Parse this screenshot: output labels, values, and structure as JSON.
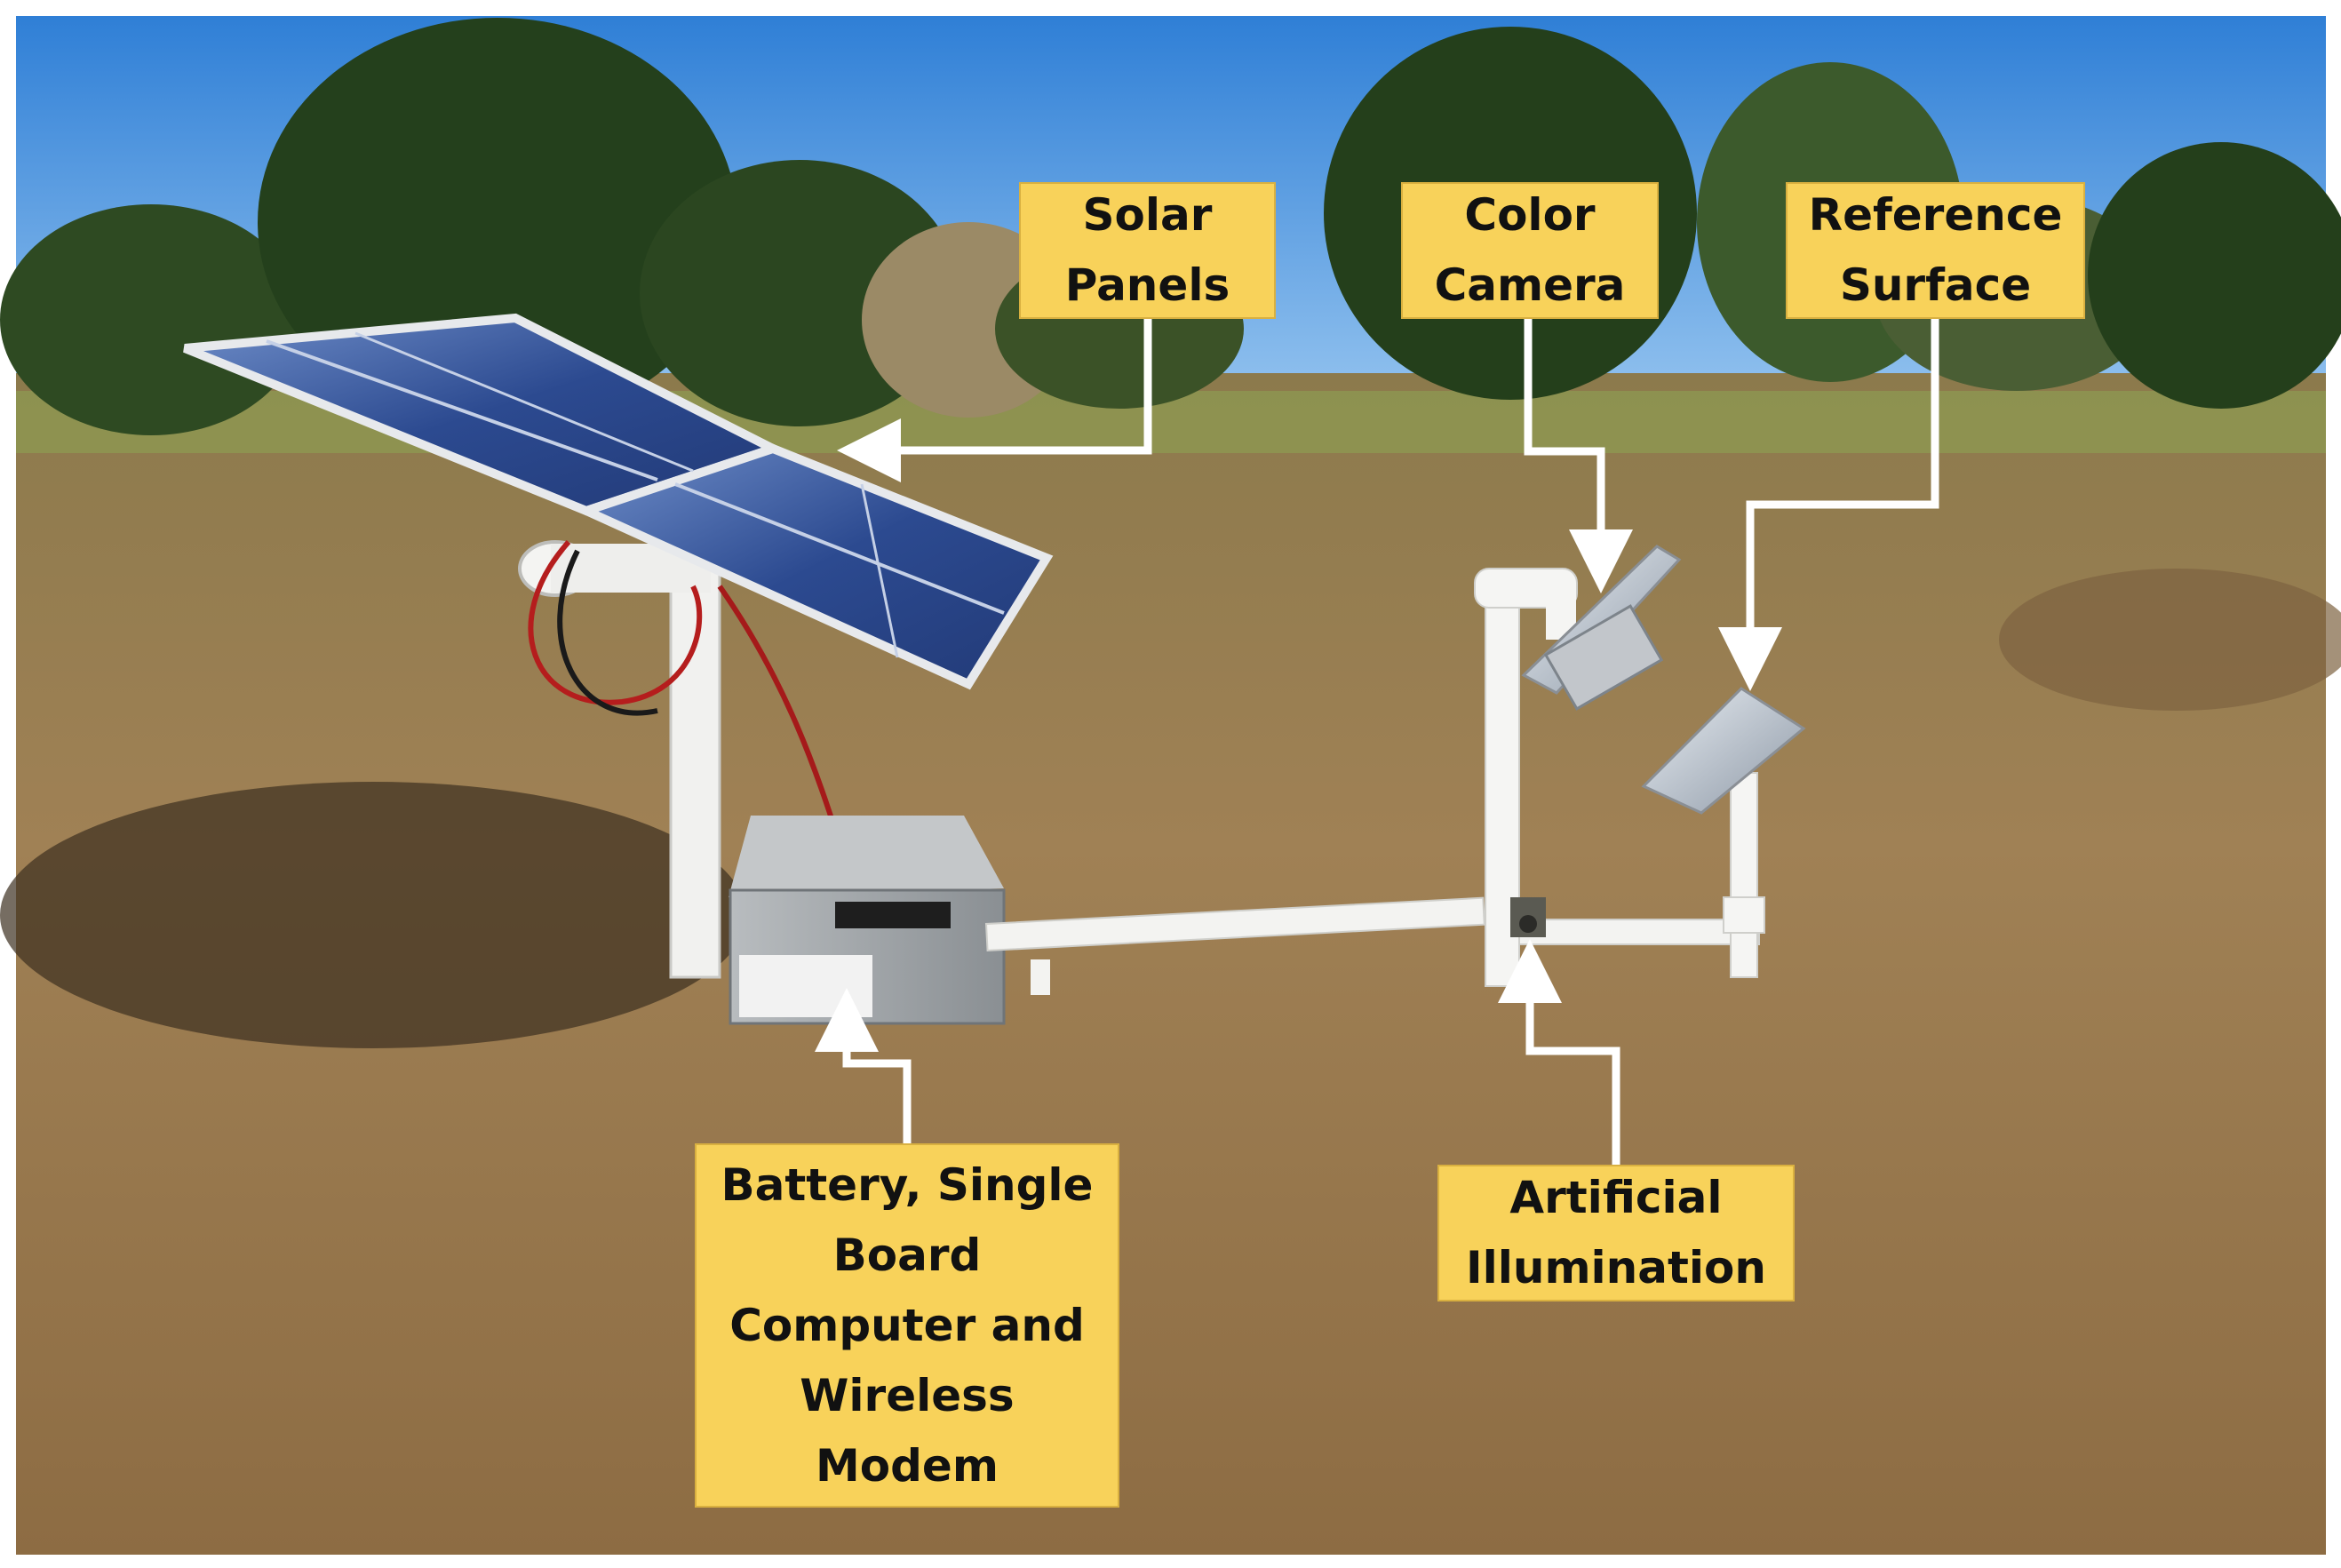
{
  "labels": {
    "solar": "Solar\nPanels",
    "camera": "Color\nCamera",
    "reference": "Reference\nSurface",
    "illumination": "Artificial\nIllumination",
    "battery": "Battery, Single\nBoard\nComputer and\nWireless\nModem"
  },
  "colors": {
    "label_fill": "#f8d25a",
    "arrow": "#ffffff",
    "sky": "#3f88da",
    "grass": "#9a7c4f",
    "panel": "#2f4b8f"
  }
}
